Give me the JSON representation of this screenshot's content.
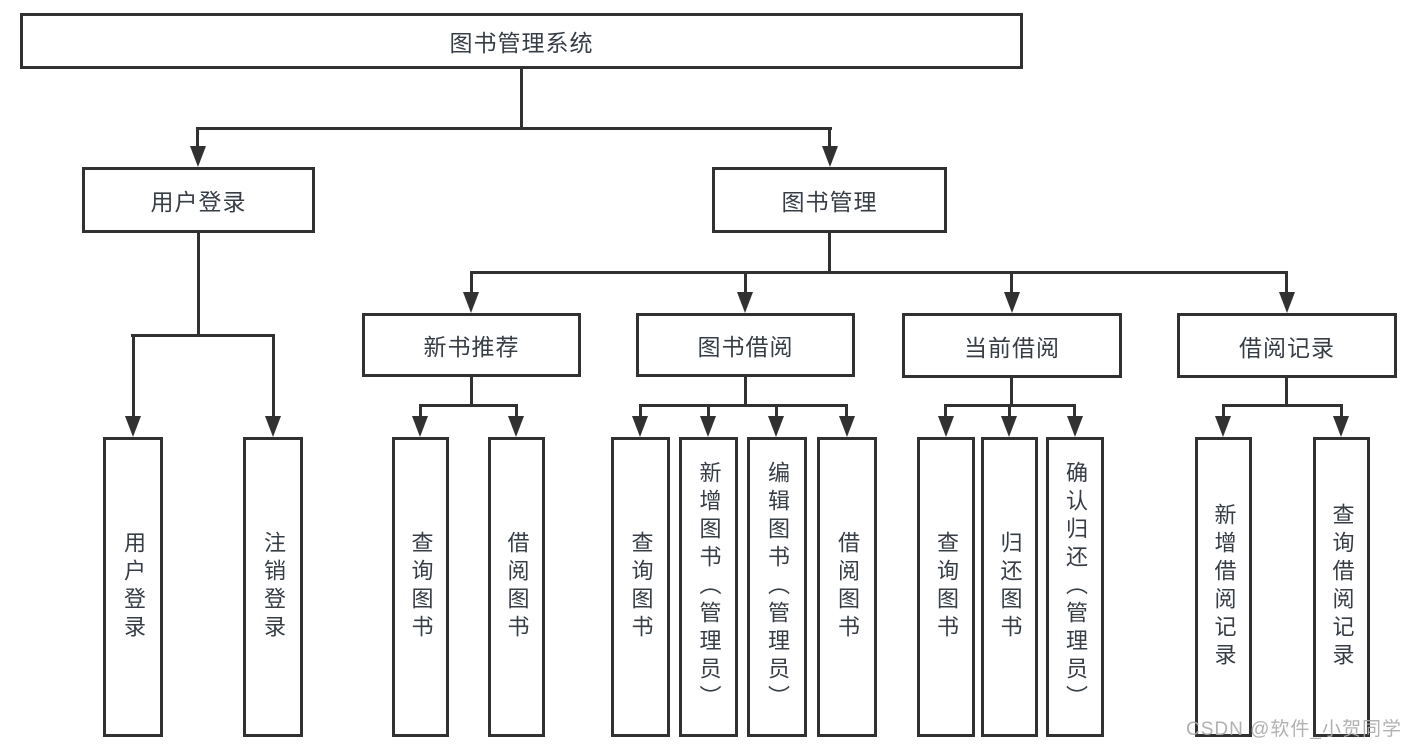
{
  "diagram_title": "图书管理系统",
  "tree": {
    "root": "图书管理系统",
    "branches": [
      {
        "label": "用户登录",
        "children": [
          "用户登录",
          "注销登录"
        ]
      },
      {
        "label": "图书管理",
        "groups": [
          {
            "label": "新书推荐",
            "children": [
              "查询图书",
              "借阅图书"
            ]
          },
          {
            "label": "图书借阅",
            "children": [
              "查询图书",
              "新增图书（管理员）",
              "编辑图书（管理员）",
              "借阅图书"
            ]
          },
          {
            "label": "当前借阅",
            "children": [
              "查询图书",
              "归还图书",
              "确认归还（管理员）"
            ]
          },
          {
            "label": "借阅记录",
            "children": [
              "新增借阅记录",
              "查询借阅记录"
            ]
          }
        ]
      }
    ]
  },
  "watermark": "CSDN @软件_小贺同学",
  "colors": {
    "line": "#313131",
    "box_border": "#313131",
    "text": "#373d45",
    "watermark": "#aaaaaa",
    "background": "#ffffff"
  }
}
